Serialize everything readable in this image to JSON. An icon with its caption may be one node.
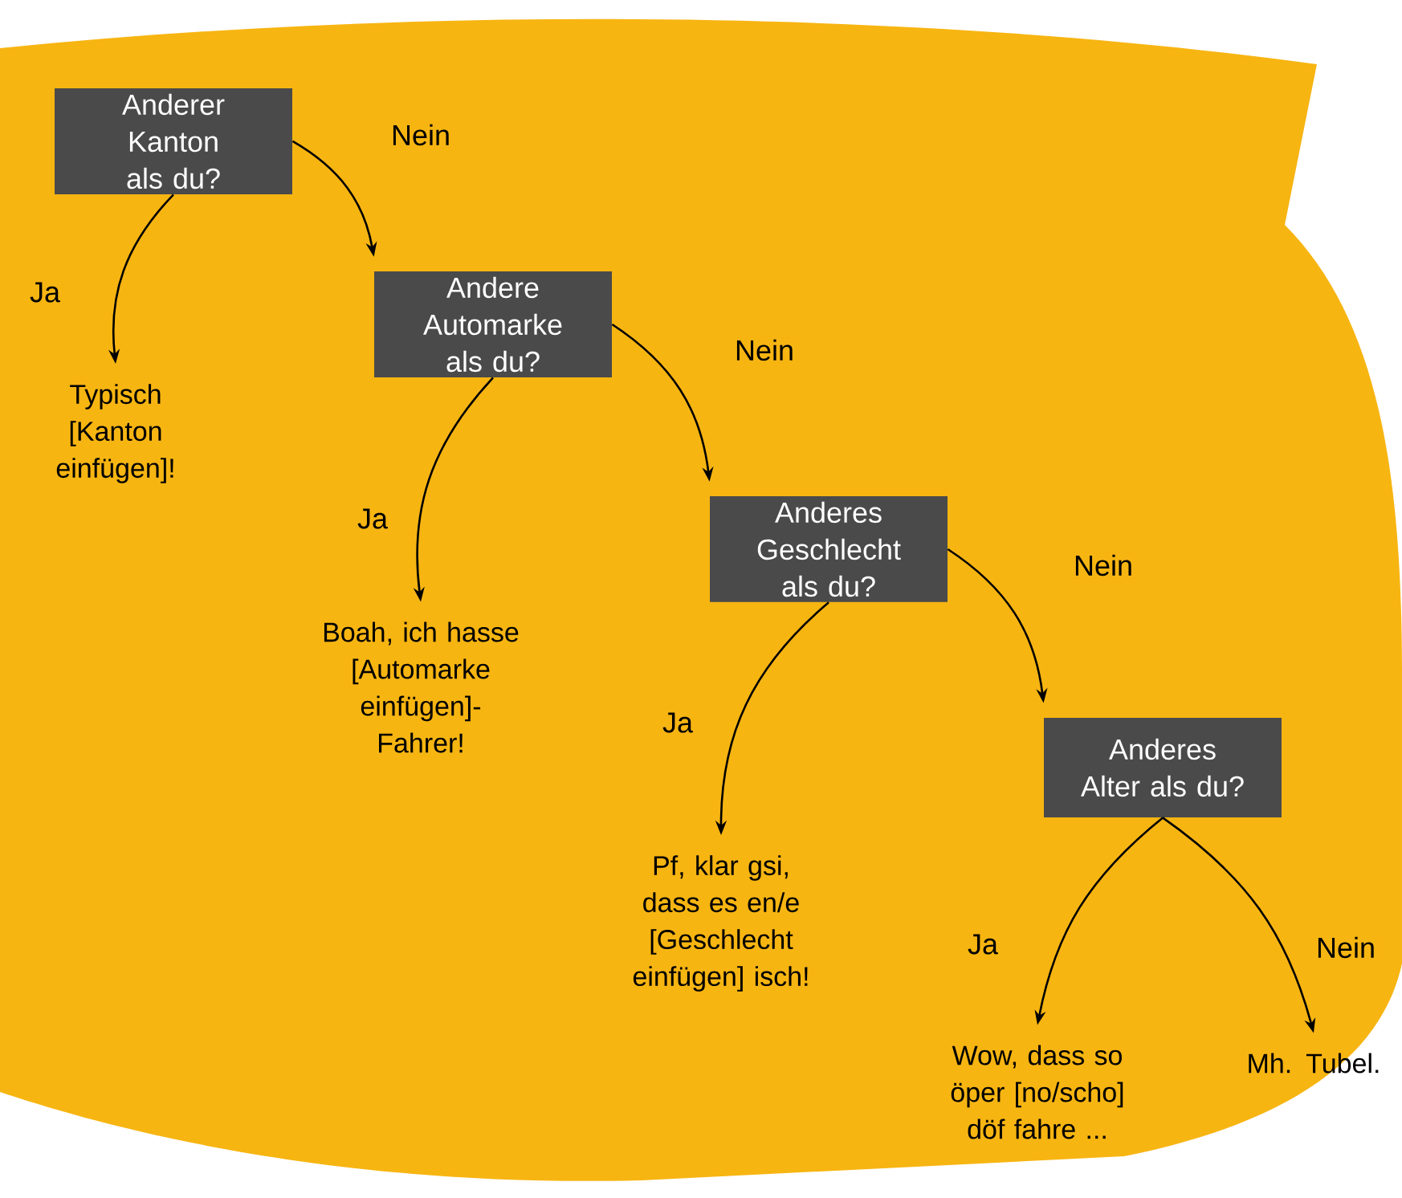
{
  "diagram": {
    "nodes": [
      {
        "text": [
          "Anderer Kanton als du?"
        ]
      },
      {
        "text": [
          "Typisch [Kanton einfügen]!"
        ]
      },
      {
        "text": [
          "Andere Automarke als du?"
        ]
      },
      {
        "text": [
          "Boah, ich hasse [Automarke einfügen]-Fahrer!"
        ]
      },
      {
        "text": [
          "Anderes Geschlecht als du?"
        ]
      },
      {
        "text": [
          "Pf, klar gsi, dass es en/e [Geschlecht einfügen] isch!"
        ]
      },
      {
        "text": [
          "Anderes Alter als du?"
        ]
      },
      {
        "text": [
          "Wow, dass so öper [no/scho] döf fahre ..."
        ]
      },
      {
        "text": [
          "Mh. Tubel."
        ]
      }
    ],
    "edges": [
      {
        "from": 0,
        "to": 1,
        "arrow": "to",
        "label": "Ja"
      },
      {
        "from": 0,
        "to": 2,
        "arrow": "to",
        "label": "Nein"
      },
      {
        "from": 2,
        "to": 3,
        "arrow": "to",
        "label": "Ja"
      },
      {
        "from": 2,
        "to": 4,
        "arrow": "to",
        "label": "Nein"
      },
      {
        "from": 4,
        "to": 5,
        "arrow": "to",
        "label": "Ja"
      },
      {
        "from": 4,
        "to": 6,
        "arrow": "to",
        "label": "Nein"
      },
      {
        "from": 6,
        "to": 7,
        "arrow": "to",
        "label": "Ja"
      },
      {
        "from": 6,
        "to": 8,
        "arrow": "to",
        "label": "Nein"
      }
    ]
  }
}
